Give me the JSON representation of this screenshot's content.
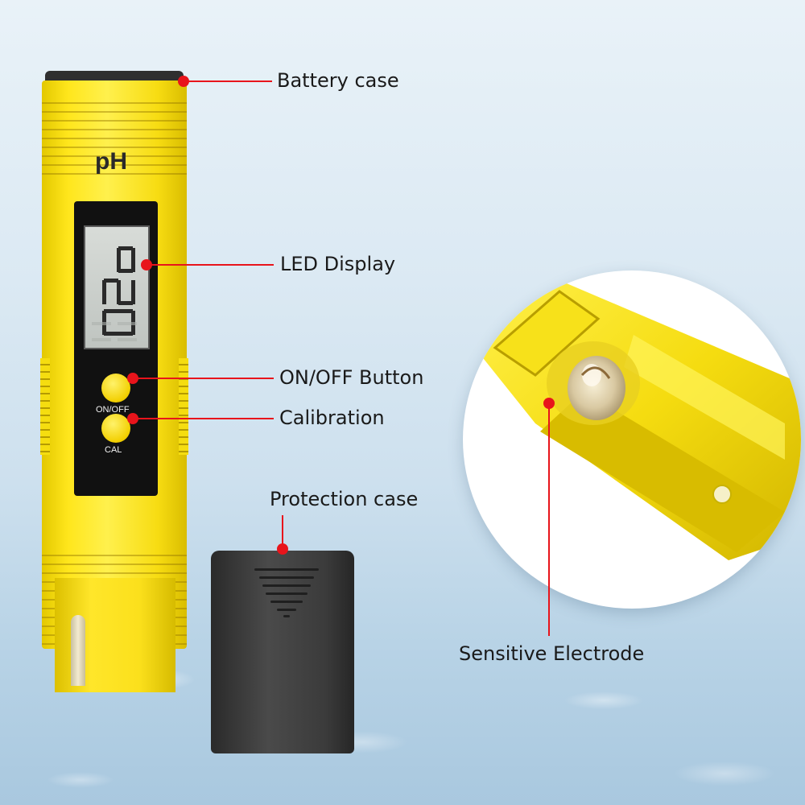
{
  "device": {
    "label": "pH",
    "button_on_off_label": "ON/OFF",
    "button_cal_label": "CAL"
  },
  "callouts": {
    "battery_case": "Battery case",
    "led_display": "LED Display",
    "on_off_button": "ON/OFF Button",
    "calibration": "Calibration",
    "protection_case": "Protection case",
    "sensitive_electrode": "Sensitive Electrode"
  },
  "colors": {
    "callout_red": "#e8141b",
    "meter_yellow": "#ffe61c",
    "case_black": "#3b3b3b"
  }
}
